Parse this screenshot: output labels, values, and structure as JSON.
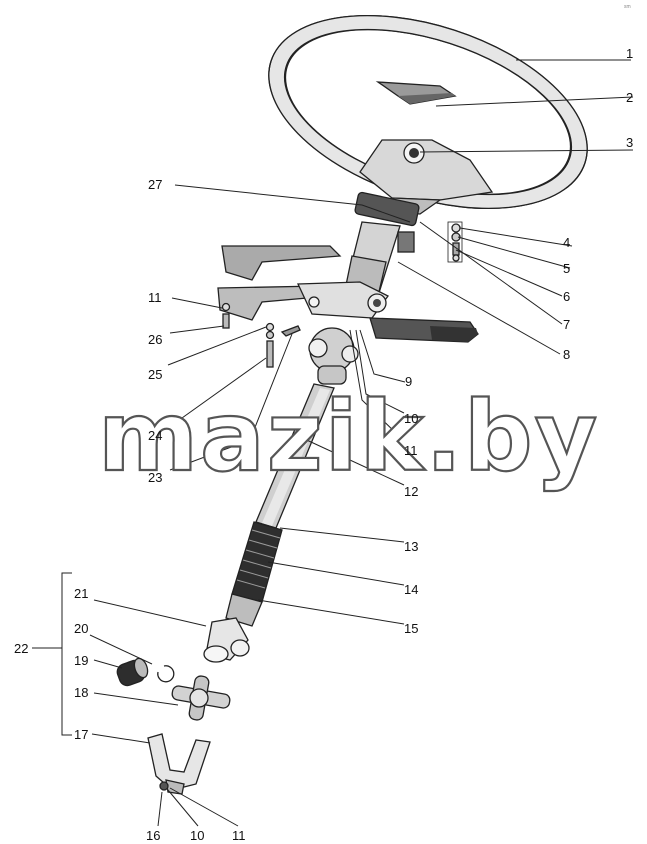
{
  "watermark": "mazik.by",
  "corner_mark": "sm",
  "labels": {
    "l1": "1",
    "l2": "2",
    "l3": "3",
    "l4": "4",
    "l5": "5",
    "l6": "6",
    "l7": "7",
    "l8": "8",
    "l9": "9",
    "l10a": "10",
    "l11a": "11",
    "l12": "12",
    "l13": "13",
    "l14": "14",
    "l15": "15",
    "l16": "16",
    "l10b": "10",
    "l11b": "11",
    "l17": "17",
    "l18": "18",
    "l19": "19",
    "l20": "20",
    "l21": "21",
    "l22": "22",
    "l23": "23",
    "l24": "24",
    "l25": "25",
    "l26": "26",
    "l11c": "11",
    "l27": "27"
  }
}
